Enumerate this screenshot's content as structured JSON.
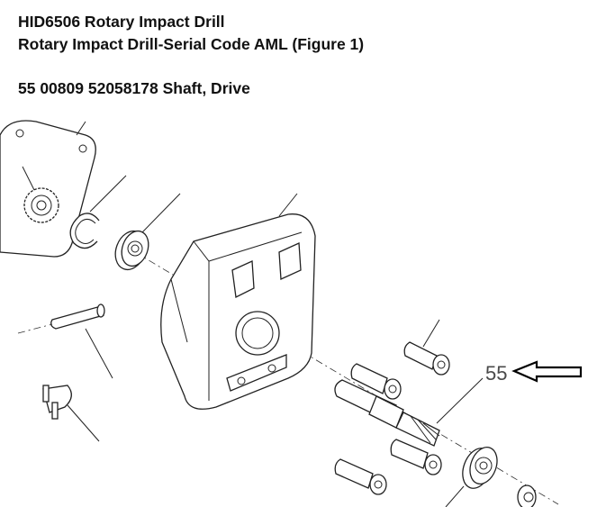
{
  "header": {
    "model_title": "HID6506 Rotary Impact Drill",
    "figure_title": "Rotary Impact Drill-Serial Code AML (Figure 1)",
    "part_line": "55  00809  52058178  Shaft, Drive"
  },
  "diagram": {
    "callout_label": "55",
    "arrow_icon": "left-arrow-outline"
  }
}
